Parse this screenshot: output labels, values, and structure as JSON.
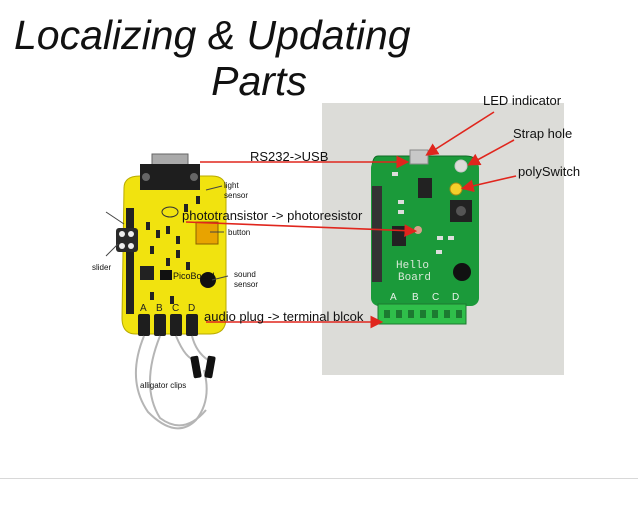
{
  "slide": {
    "title_line1": "Localizing & Updating",
    "title_line2": "Parts"
  },
  "labels": {
    "led_indicator": "LED indicator",
    "strap_hole": "Strap hole",
    "polyswitch": "polySwitch",
    "rs232_usb": "RS232->USB",
    "phototransistor": "phototransistor -> photoresistor",
    "audio_plug": "audio plug -> terminal blcok"
  },
  "left_board": {
    "light_sensor": "light sensor",
    "button": "button",
    "slider": "slider",
    "sound_sensor": "sound sensor",
    "alligator_clips": "alligator clips",
    "logo": "PicoBoard",
    "pins": [
      "A",
      "B",
      "C",
      "D"
    ]
  },
  "right_board": {
    "board_text_1": "Hello",
    "board_text_2": "Board",
    "pins": [
      "A",
      "B",
      "C",
      "D"
    ]
  },
  "colors": {
    "arrow": "#e0261d",
    "yellow_board": "#f1e30f",
    "green_board": "#1b9a3a",
    "terminal_block": "#2fbf4a"
  }
}
